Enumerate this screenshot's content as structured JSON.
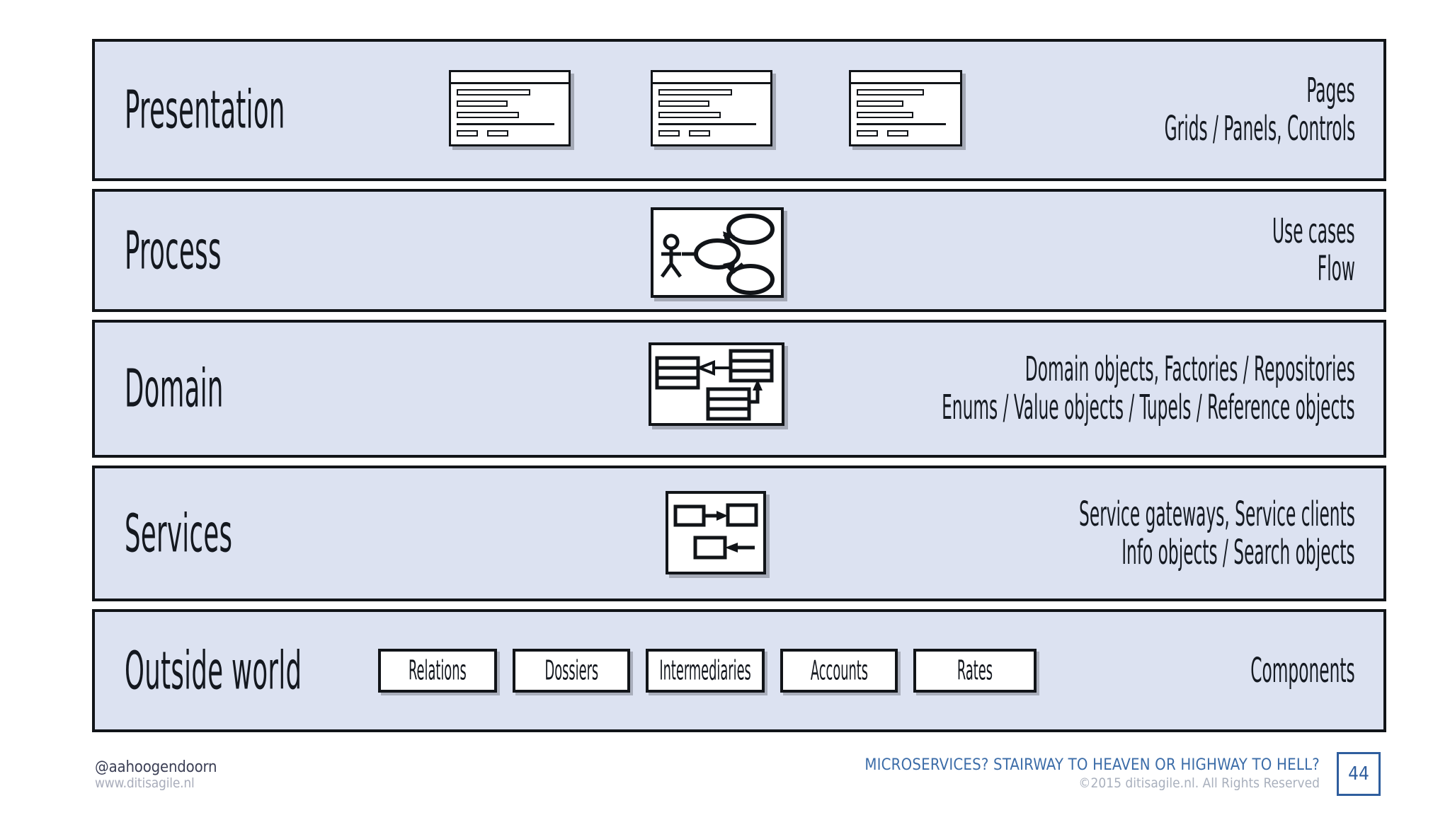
{
  "slide": {
    "background": "#ffffff",
    "band_color": "#dce2f1",
    "stroke_color": "#111418",
    "accent_color": "#2f5e9e"
  },
  "layers": [
    {
      "id": "presentation",
      "title": "Presentation",
      "descriptions": [
        "Pages",
        "Grids / Panels, Controls"
      ],
      "icons": [
        "window-mockup-icon",
        "window-mockup-icon",
        "window-mockup-icon"
      ]
    },
    {
      "id": "process",
      "title": "Process",
      "descriptions": [
        "Use cases",
        "Flow"
      ],
      "icons": [
        "use-case-diagram-icon"
      ]
    },
    {
      "id": "domain",
      "title": "Domain",
      "descriptions": [
        "Domain objects, Factories / Repositories",
        "Enums / Value objects / Tupels / Reference objects"
      ],
      "icons": [
        "class-diagram-icon"
      ]
    },
    {
      "id": "services",
      "title": "Services",
      "descriptions": [
        "Service gateways, Service clients",
        "Info objects / Search objects"
      ],
      "icons": [
        "service-flow-diagram-icon"
      ]
    },
    {
      "id": "outside",
      "title": "Outside world",
      "descriptions": [
        "Components"
      ],
      "components": [
        "Relations",
        "Dossiers",
        "Intermediaries",
        "Accounts",
        "Rates"
      ]
    }
  ],
  "footer": {
    "handle": "@aahoogendoorn",
    "website": "www.ditisagile.nl",
    "talk_title": "MICROSERVICES? STAIRWAY TO HEAVEN OR HIGHWAY TO HELL?",
    "copyright": "©2015 ditisagile.nl. All Rights Reserved",
    "page_number": "44"
  }
}
